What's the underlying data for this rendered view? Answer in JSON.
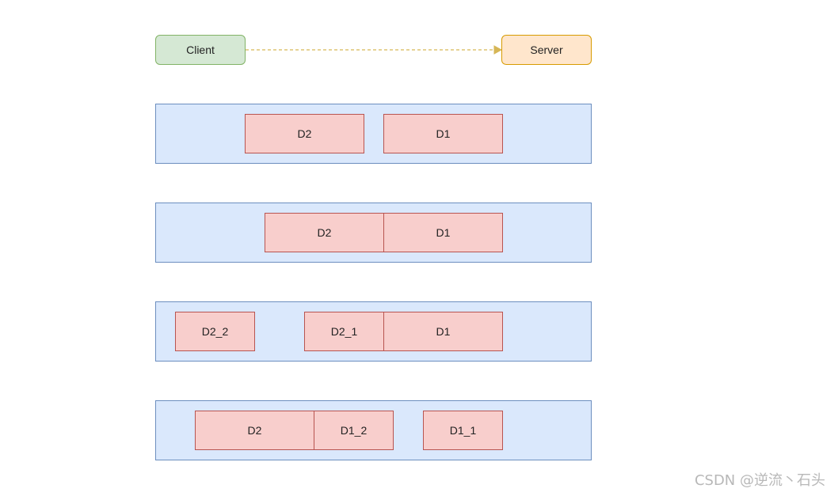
{
  "nodes": {
    "client": "Client",
    "server": "Server"
  },
  "lanes": [
    {
      "packets": [
        "D2",
        "D1"
      ]
    },
    {
      "packets": [
        "D2",
        "D1"
      ]
    },
    {
      "packets": [
        "D2_2",
        "D2_1",
        "D1"
      ]
    },
    {
      "packets": [
        "D2",
        "D1_2",
        "D1_1"
      ]
    }
  ],
  "colors": {
    "client_fill": "#d5e8d4",
    "client_stroke": "#82b366",
    "server_fill": "#ffe6cc",
    "server_stroke": "#d79b00",
    "lane_fill": "#dae8fc",
    "lane_stroke": "#6c8ebf",
    "packet_fill": "#f8cecc",
    "packet_stroke": "#b85450",
    "arrow": "#d6b656"
  },
  "watermark": "CSDN @逆流丶石头"
}
